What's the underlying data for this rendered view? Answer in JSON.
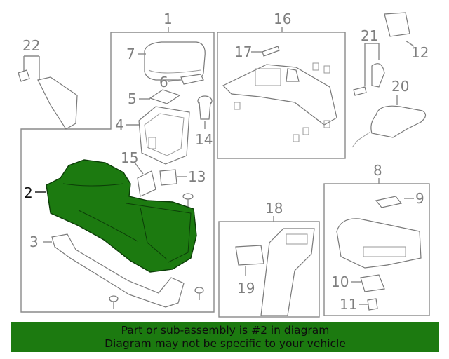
{
  "callouts": {
    "c1": "1",
    "c2": "2",
    "c3": "3",
    "c4": "4",
    "c5": "5",
    "c6": "6",
    "c7": "7",
    "c8": "8",
    "c9": "9",
    "c10": "10",
    "c11": "11",
    "c12": "12",
    "c13": "13",
    "c14": "14",
    "c15": "15",
    "c16": "16",
    "c17": "17",
    "c18": "18",
    "c19": "19",
    "c20": "20",
    "c21": "21",
    "c22": "22"
  },
  "highlight": {
    "part_number": "2",
    "color": "#1c7a10"
  },
  "banner": {
    "line1": "Part or sub-assembly is #2 in diagram",
    "line2": "Diagram may not be specific to your vehicle"
  }
}
